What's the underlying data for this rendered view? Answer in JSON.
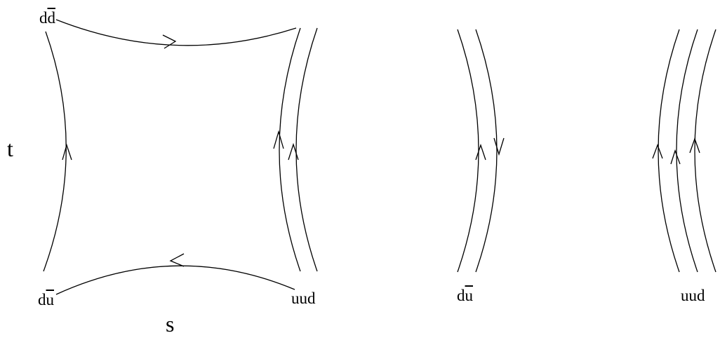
{
  "diagram": {
    "labels": {
      "top_left": {
        "base": "d",
        "barred": "d"
      },
      "bottom_left": {
        "base": "d",
        "barred": "u"
      },
      "bottom_right": {
        "text": "uud"
      },
      "middle_bottom": {
        "base": "d",
        "barred": "u"
      },
      "far_right_bottom": {
        "text": "uud"
      }
    },
    "axes": {
      "vertical": "t",
      "horizontal": "s"
    }
  }
}
